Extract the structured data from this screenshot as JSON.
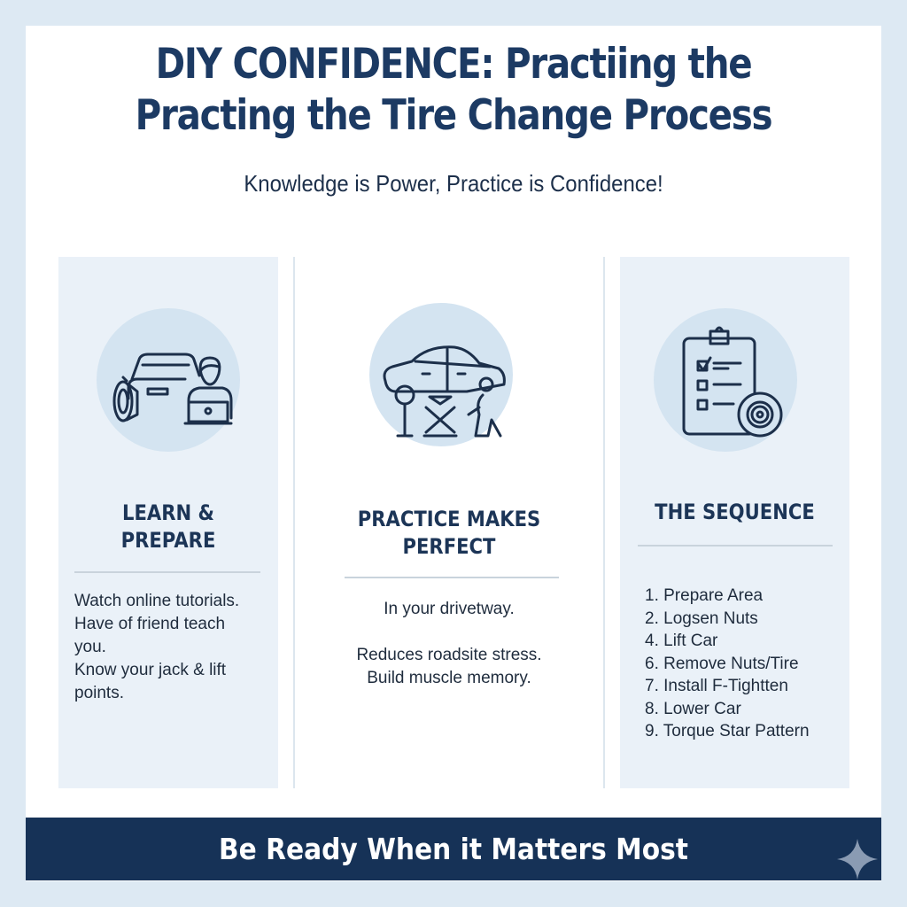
{
  "header": {
    "title_line1": "DIY CONFIDENCE: Practiing the",
    "title_line2": "Practing the Tire Change Process",
    "subtitle": "Knowledge is Power, Practice is Confidence!"
  },
  "colors": {
    "navy": "#163257",
    "heading": "#1c3a63",
    "panel_bg": "#eaf1f8",
    "icon_circle": "#d4e4f1",
    "page_bg": "#dde9f3"
  },
  "panels": [
    {
      "icon": "car-tire-person-laptop-icon",
      "heading_line1": "LEARN &",
      "heading_line2": "PREPARE",
      "lines": [
        "Watch online tutorials.",
        "Have of friend teach",
        "you.",
        "Know your jack & lift",
        "points."
      ]
    },
    {
      "icon": "car-on-jack-mechanic-icon",
      "heading_line1": "PRACTICE MAKES",
      "heading_line2": "PERFECT",
      "lines": [
        "In your drivetway.",
        "",
        "Reduces roadsite stress.",
        "Build muscle memory."
      ]
    },
    {
      "icon": "checklist-tire-icon",
      "heading_line1": "THE SEQUENCE",
      "steps": [
        "1. Prepare Area",
        "2. Logsen Nuts",
        "4. Lift Car",
        "6. Remove Nuts/Tire",
        "7. Install F-Tightten",
        "8. Lower Car",
        "9. Torque Star Pattern"
      ]
    }
  ],
  "footer": {
    "text": "Be Ready When it Matters Most",
    "icon": "sparkle-icon"
  }
}
